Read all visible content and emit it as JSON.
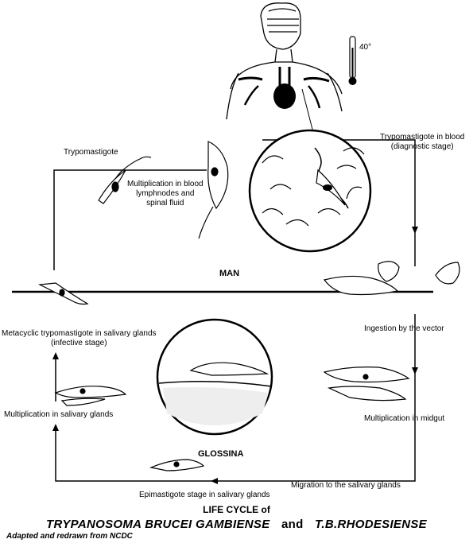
{
  "labels": {
    "temperature": "40°",
    "trypomastigote_top": "Trypomastigote",
    "multiplication_blood": "Multiplication in blood\nlymphnodes and\nspinal fluid",
    "trypomastigote_blood": "Trypomastigote in blood\n(diagnostic stage)",
    "man": "MAN",
    "metacyclic": "Metacyclic trypomastigote in salivary glands\n(infective stage)",
    "ingestion": "Ingestion by the vector",
    "multiplication_salivary": "Multiplication in salivary glands",
    "multiplication_midgut": "Multiplication in midgut",
    "glossina": "GLOSSINA",
    "migration": "Migration to the salivary glands",
    "epimastigote": "Epimastigote stage in salivary glands"
  },
  "title": {
    "line1": "LIFE CYCLE of",
    "line2_part1": "TRYPANOSOMA BRUCEI GAMBIENSE",
    "line2_connector": "and",
    "line2_part2": "T.B.RHODESIENSE"
  },
  "credit": "Adapted and redrawn from NCDC"
}
